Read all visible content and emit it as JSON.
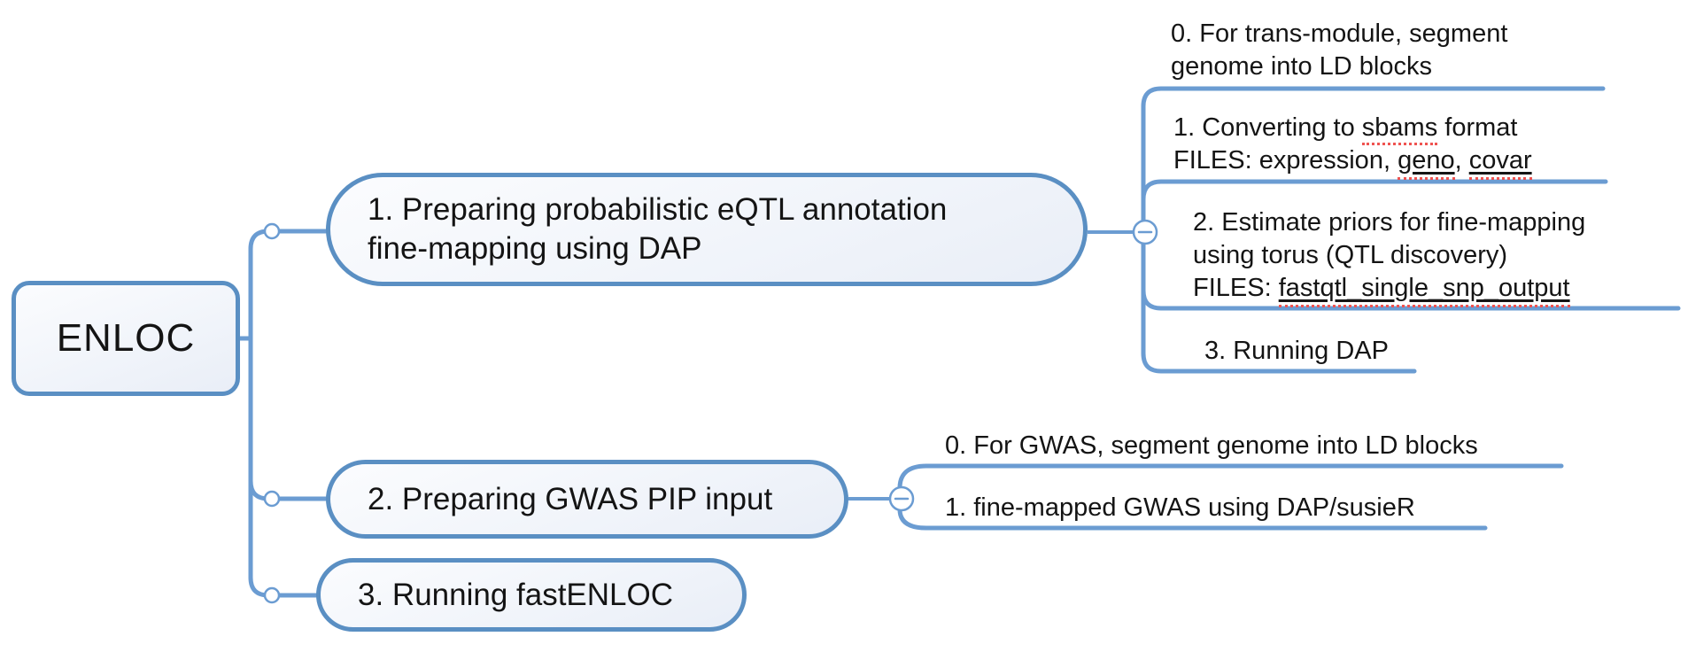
{
  "root": {
    "label": "ENLOC"
  },
  "branches": [
    {
      "label_lines": [
        "1. Preparing probabilistic eQTL annotation",
        "fine-mapping using DAP"
      ],
      "children": [
        {
          "lines": [
            [
              {
                "t": "0. For trans-module, segment"
              }
            ],
            [
              {
                "t": "genome into LD blocks"
              }
            ]
          ]
        },
        {
          "lines": [
            [
              {
                "t": "1. Converting to "
              },
              {
                "t": "sbams",
                "s": "spell"
              },
              {
                "t": " format"
              }
            ],
            [
              {
                "t": "FILES: expression, "
              },
              {
                "t": "geno",
                "s": "uspell"
              },
              {
                "t": ", "
              },
              {
                "t": "covar",
                "s": "uspell"
              }
            ]
          ]
        },
        {
          "lines": [
            [
              {
                "t": "2. Estimate priors for fine-mapping"
              }
            ],
            [
              {
                "t": "using torus (QTL discovery)"
              }
            ],
            [
              {
                "t": "FILES: "
              },
              {
                "t": "fastqtl_single_snp_output",
                "s": "uspell"
              }
            ]
          ]
        },
        {
          "lines": [
            [
              {
                "t": "3. Running DAP"
              }
            ]
          ]
        }
      ]
    },
    {
      "label_lines": [
        "2. Preparing GWAS PIP input"
      ],
      "children": [
        {
          "lines": [
            [
              {
                "t": "0. For GWAS, segment genome into LD blocks"
              }
            ]
          ]
        },
        {
          "lines": [
            [
              {
                "t": "1. fine-mapped GWAS using DAP/susieR"
              }
            ]
          ]
        }
      ]
    },
    {
      "label_lines": [
        "3. Running fastENLOC"
      ],
      "children": []
    }
  ],
  "icons": {
    "collapse": "minus-icon",
    "branch_handle": "circle-handle-icon"
  },
  "colors": {
    "branch_line": "#6b9cd2",
    "node_border": "#5a8fc3",
    "node_fill_top": "#fbfcfe",
    "node_fill_bottom": "#e9eef7",
    "text": "#141414",
    "spellcheck": "#ef5350",
    "background": "#ffffff"
  }
}
